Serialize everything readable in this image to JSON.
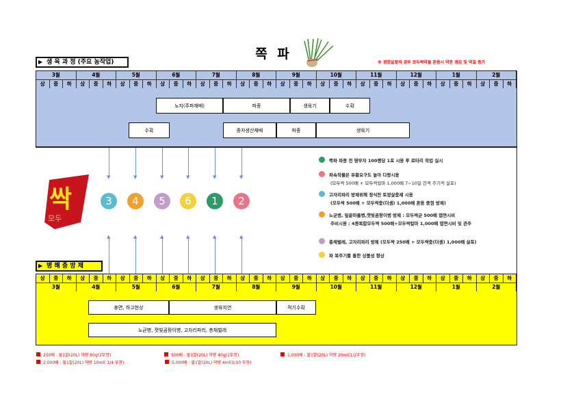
{
  "title": "쪽 파",
  "section_growth": "생 육 과 정 (주요 농작업)",
  "section_pest": "병 해 충 방 제",
  "note": "※ 경엽살포의 경우 모두싹약물 혼용시 약흔 경감 및 약효 증가",
  "months": [
    "3월",
    "4월",
    "5월",
    "6월",
    "7월",
    "8월",
    "9월",
    "10월",
    "11월",
    "12월",
    "1월",
    "2월"
  ],
  "periods": [
    "상",
    "중",
    "하"
  ],
  "growth_row1": [
    "노지(주파재배)",
    "파종",
    "생육기",
    "수확"
  ],
  "growth_row2": [
    "수확",
    "종자생산재배",
    "파종",
    "생육기"
  ],
  "pest_row1": [
    "휴면, 하고현상",
    "생육지연",
    "적기수확"
  ],
  "pest_row2": [
    "노균병, 잿빛곰팡이병, 고자리파리, 총채벌레"
  ],
  "logo_text": "모두 싹",
  "steps": [
    {
      "num": "3",
      "color": "#5bbcd0"
    },
    {
      "num": "4",
      "color": "#f0a030"
    },
    {
      "num": "5",
      "color": "#c39dc9"
    },
    {
      "num": "6",
      "color": "#f2d13c"
    },
    {
      "num": "1",
      "color": "#2e9a6a"
    },
    {
      "num": "2",
      "color": "#e8768a"
    }
  ],
  "legend": [
    {
      "num": "1",
      "color": "#2e9a6a",
      "lines": [
        "쪽파 파종 전 땅부자 100평당 1포 시용 후 로타리 작업 실시"
      ]
    },
    {
      "num": "2",
      "color": "#e8768a",
      "lines": [
        "파속작물은 유황요구도 높아 다량시용",
        "(모두싹 500배 + 모두싹칼마 1,000배 7~10일 간격 주기적 살포)"
      ]
    },
    {
      "num": "3",
      "color": "#5bbcd0",
      "lines": [
        "고자리파리 방제위해 정식전 토양살충제 시용",
        "(모두싹 500배 + 모두싹충(더셈) 1,000배 혼용 중점 방제)"
      ]
    },
    {
      "num": "4",
      "color": "#f0a030",
      "lines": [
        "노균병, 잎끝마름병,잿빛곰팡이병 방제 : 모두싹균 500배 엽면시비",
        "추비시용 : 4종복합모두싹 500배+모두싹칼마 1,000배 엽면시비 및 관주"
      ]
    },
    {
      "num": "5",
      "color": "#c39dc9",
      "lines": [
        "총채벌레, 고자리파리 방제 (모두싹 250배 + 모두싹충(더셈) 1,000배 살포)"
      ]
    },
    {
      "num": "6",
      "color": "#f2d13c",
      "lines": [
        "파 복주기를 통한 상품성 향상"
      ]
    }
  ],
  "footer": [
    "250배 : 물1말(20L) 약량 80g(2뚜껑)",
    "500배 : 물1말(20L) 약량 40g(1뚜껑)",
    "1,000배 : 물1말(20L) 약량 20ml(1/2뚜껑)",
    "2,000배 : 물1말(20L) 약량 10ml( 1/4 뚜껑)",
    "5,000배 : 물1말(20L) 약량 4ml(1/10 뚜껑)"
  ]
}
